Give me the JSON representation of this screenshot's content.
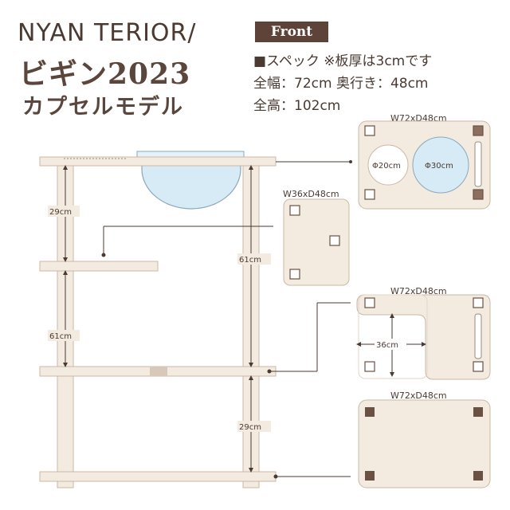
{
  "logo": {
    "text": "NYAN TERIOR/"
  },
  "title": {
    "line1": "ビギン2023",
    "line2": "カプセルモデル"
  },
  "front_label": "Front",
  "spec": {
    "line1": "■スペック ※板厚は3cmです",
    "line2": "全幅：72cm 奥行き：48cm",
    "line3": "全高：102cm"
  },
  "dims": {
    "top_section": "29cm",
    "middle_section": "61cm",
    "right_post": "61cm",
    "bottom_section": "29cm"
  },
  "boards": {
    "top": {
      "size": "W72xD48cm",
      "hole_small": "Φ20cm",
      "hole_large": "Φ30cm"
    },
    "mid": {
      "size": "W36xD48cm"
    },
    "lshape": {
      "size": "W72xD48cm",
      "notch": "36cm"
    },
    "base": {
      "size": "W72xD48cm"
    }
  },
  "colors": {
    "wood": "#f3ebe0",
    "wood_edge": "#cbb7a6",
    "capsule": "#d7ebf6",
    "brown": "#5e4438",
    "pad": "#6b5044"
  }
}
